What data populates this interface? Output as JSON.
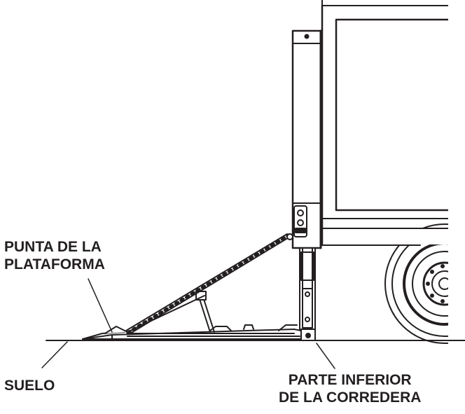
{
  "labels": {
    "platform_tip_line1": "PUNTA DE LA",
    "platform_tip_line2": "PLATAFORMA",
    "ground": "SUELO",
    "slide_bottom_line1": "PARTE INFERIOR",
    "slide_bottom_line2": "DE LA CORREDERA"
  },
  "colors": {
    "ink": "#231f20",
    "background": "#ffffff"
  }
}
